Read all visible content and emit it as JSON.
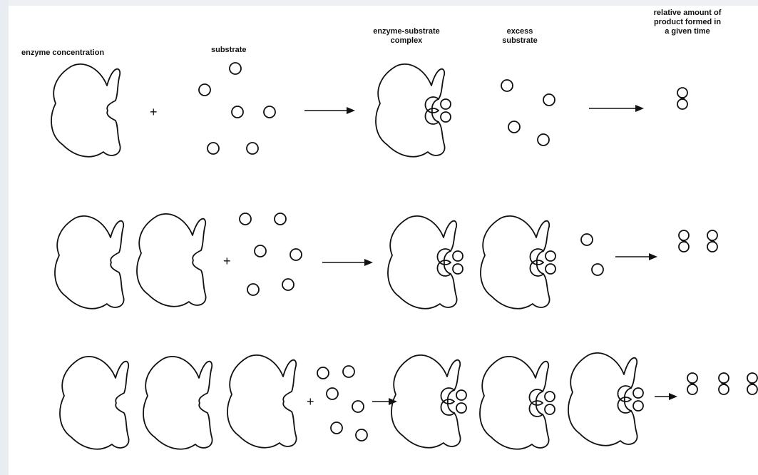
{
  "labels": {
    "enzyme_concentration": "enzyme concentration",
    "substrate": "substrate",
    "complex_line1": "enzyme-substrate",
    "complex_line2": "complex",
    "excess_line1": "excess",
    "excess_line2": "substrate",
    "product_line1": "relative amount of",
    "product_line2": "product formed in",
    "product_line3": "a given time"
  },
  "rows": [
    {
      "enzymes": 1,
      "bound_complexes": 1,
      "excess_substrate": 4,
      "products": 1
    },
    {
      "enzymes": 2,
      "bound_complexes": 2,
      "excess_substrate": 2,
      "products": 2
    },
    {
      "enzymes": 3,
      "bound_complexes": 3,
      "excess_substrate": 0,
      "products": 3
    }
  ],
  "symbols": {
    "plus": "+"
  },
  "colors": {
    "ink": "#111111",
    "background": "#ffffff"
  }
}
